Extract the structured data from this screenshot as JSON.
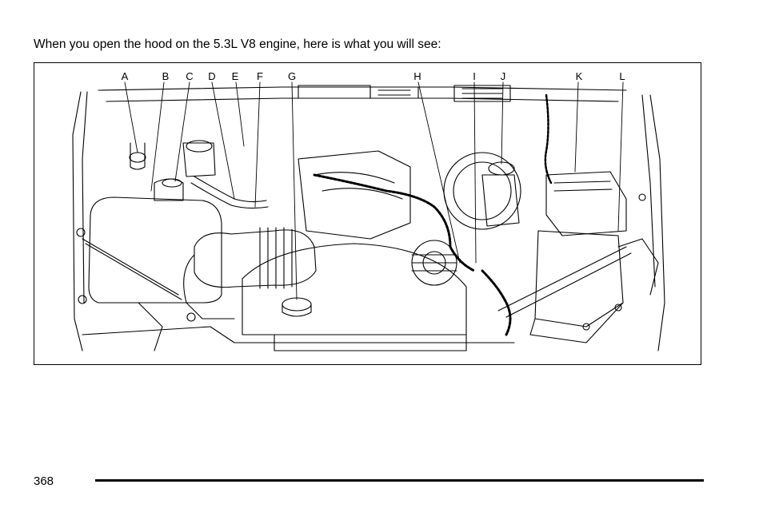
{
  "intro_text": "When you open the hood on the 5.3L V8 engine, here is what you will see:",
  "figure": {
    "description_icon": "engine-compartment-illustration",
    "callouts": [
      {
        "letter": "A"
      },
      {
        "letter": "B"
      },
      {
        "letter": "C"
      },
      {
        "letter": "D"
      },
      {
        "letter": "E"
      },
      {
        "letter": "F"
      },
      {
        "letter": "G"
      },
      {
        "letter": "H"
      },
      {
        "letter": "I"
      },
      {
        "letter": "J"
      },
      {
        "letter": "K"
      },
      {
        "letter": "L"
      }
    ]
  },
  "footer": {
    "page_number": "368"
  }
}
